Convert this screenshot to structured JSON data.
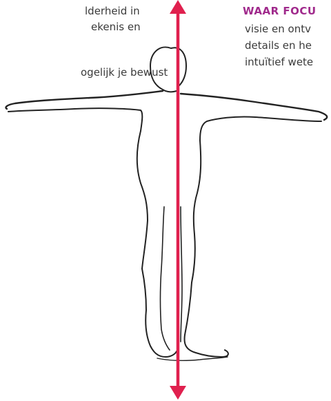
{
  "left_text": {
    "lines": [
      "lderheid in",
      "ekenis en",
      "",
      "ogelijk je bewust"
    ]
  },
  "right_text": {
    "heading": "WAAR FOCU",
    "lines": [
      "visie en ontv",
      "details en he",
      "intuïtief wete"
    ]
  },
  "colors": {
    "heading": "#a02a8c",
    "axis_arrow": "#e0204e",
    "body_text": "#3a3a3a",
    "figure_outline": "#222222"
  },
  "icons": {
    "figure": "human-figure-outline-icon",
    "arrow": "vertical-double-arrow-icon"
  }
}
